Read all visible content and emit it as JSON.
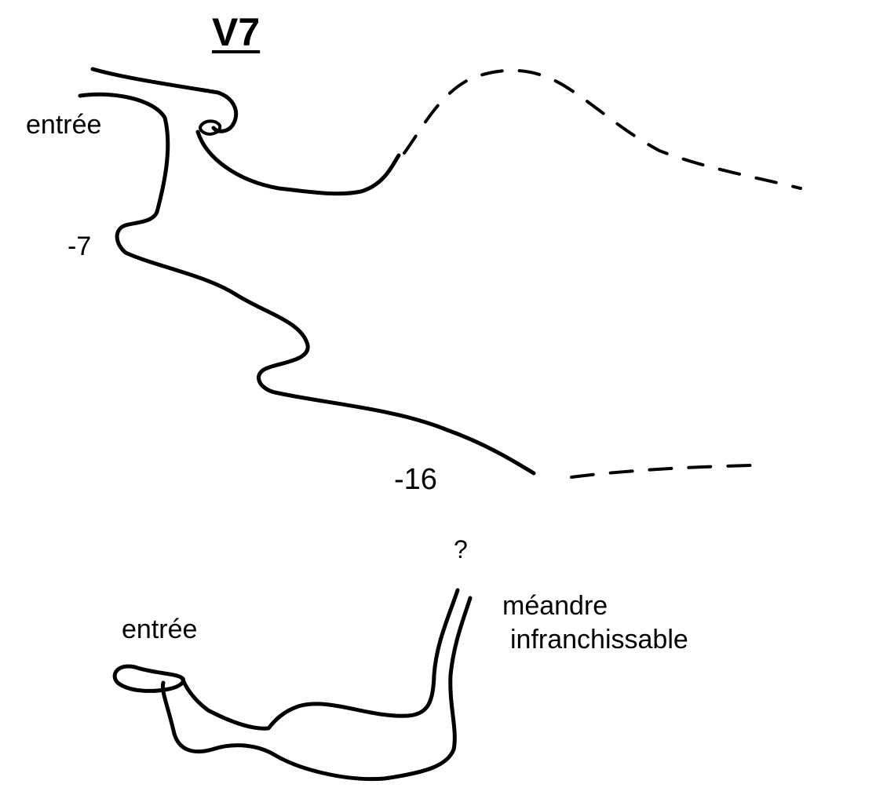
{
  "title": "V7",
  "section_profile": {
    "entrance_label": "entrée",
    "depth_label_1": "-7",
    "depth_label_2": "-16"
  },
  "plan_view": {
    "question_mark": "?",
    "entrance_label": "entrée",
    "meander_label_line1": "méandre",
    "meander_label_line2": "infranchissable"
  }
}
